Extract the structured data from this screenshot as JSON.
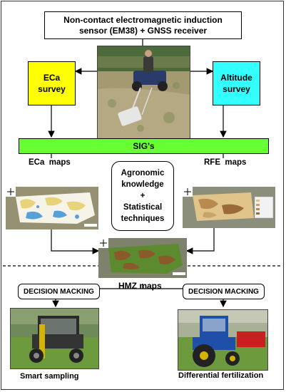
{
  "sensor_box": {
    "line1": "Non-contact electromagnetic induction",
    "line2": "sensor (EM38) + GNSS receiver"
  },
  "eca_survey": {
    "line1": "ECa",
    "line2": "survey",
    "color": "#ffff00"
  },
  "altitude_survey": {
    "line1": "Altitude",
    "line2": "survey",
    "color": "#33ffff"
  },
  "sig_bar": {
    "label": "SIG's",
    "color": "#66ff33"
  },
  "eca_maps_label": "ECa  maps",
  "rfe_maps_label": "RFE  maps",
  "knowledge_box": {
    "line1": "Agronomic",
    "line2": "knowledge",
    "line3": "+",
    "line4": "Statistical",
    "line5": "techniques"
  },
  "hmz_label": "HMZ maps",
  "decision_left": "DECISION MACKING",
  "decision_right": "DECISION MACKING",
  "smart_sampling": "Smart sampling",
  "differential_fertilization": "Differential fertilization",
  "colors": {
    "zone_brown": "#8b5a2b",
    "zone_green": "#5c8a2e",
    "zone_yellow": "#e8d27a",
    "zone_blue": "#5aa0d8",
    "tractor_blue": "#1f4fa8"
  }
}
